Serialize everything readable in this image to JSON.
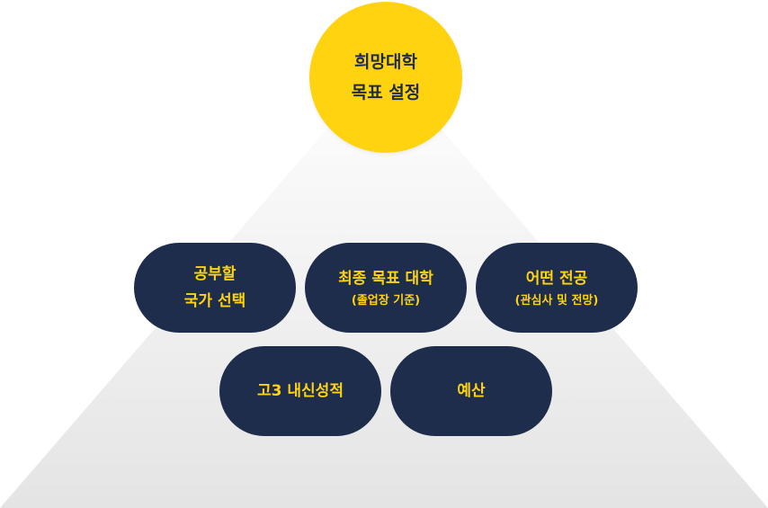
{
  "colors": {
    "goal_circle": "#ffd30f",
    "pill_background": "#1e2d4c",
    "pill_text": "#ffd30f",
    "goal_text": "#1e2b44",
    "pyramid_top": "#ffffff",
    "pyramid_bottom": "#e6e6e6"
  },
  "goal": {
    "line1": "희망대학",
    "line2": "목표 설정"
  },
  "factors": {
    "study_country": {
      "line1": "공부할",
      "line2": "국가 선택"
    },
    "final_target": {
      "label": "최종 목표 대학",
      "note": "(졸업장 기준)"
    },
    "major": {
      "label": "어떤 전공",
      "note": "(관심사 및 전망)"
    },
    "gpa": {
      "label": "고3 내신성적"
    },
    "budget": {
      "label": "예산"
    }
  }
}
